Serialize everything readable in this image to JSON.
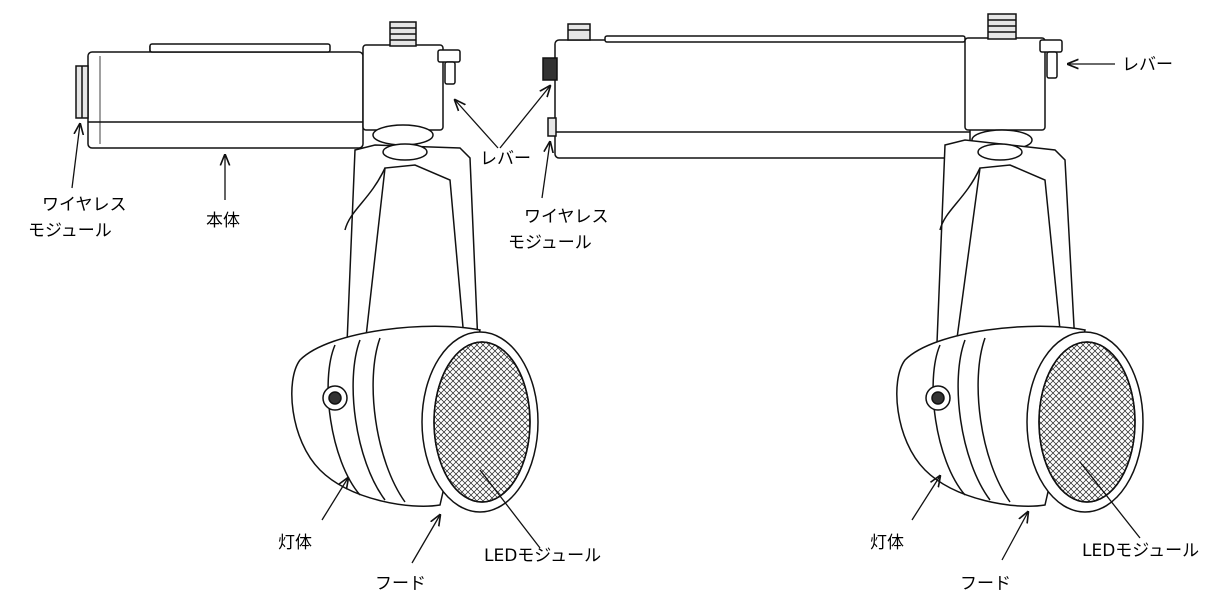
{
  "labels": {
    "wireless_module_line1": "ワイヤレス",
    "wireless_module_line2": "モジュール",
    "body": "本体",
    "lever": "レバー",
    "lamp_body": "灯体",
    "hood": "フード",
    "led_module": "LEDモジュール"
  },
  "colors": {
    "line": "#111111",
    "fill": "#ffffff",
    "shade": "#e6e6e6",
    "dark": "#333333"
  },
  "icons": {
    "arrow": "arrow-icon"
  }
}
